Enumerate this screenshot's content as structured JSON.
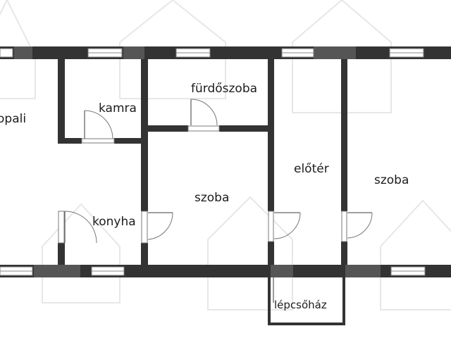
{
  "rooms": [
    {
      "id": "room-label-kamra",
      "label": "kamra"
    },
    {
      "id": "room-label-furdoszoba",
      "label": "fürdőszoba"
    },
    {
      "id": "room-label-szoba-center",
      "label": "szoba"
    },
    {
      "id": "room-label-konyha",
      "label": "konyha"
    },
    {
      "id": "room-label-eloter",
      "label": "előtér"
    },
    {
      "id": "room-label-szoba-right",
      "label": "szoba"
    },
    {
      "id": "room-label-lepcsohaz",
      "label": "lépcsőház"
    },
    {
      "id": "room-label-left-partial",
      "label": "opali"
    }
  ],
  "colors": {
    "wall": "#333333",
    "window_frame": "#7a7a7a",
    "watermark": "#e7e7e7"
  }
}
